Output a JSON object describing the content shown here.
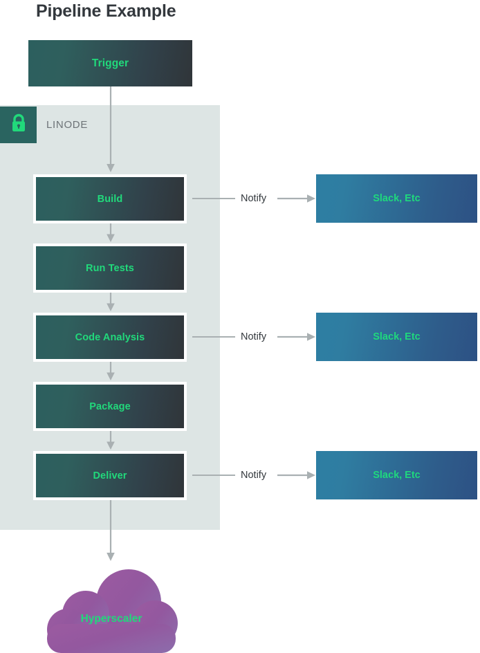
{
  "title": "Pipeline Example",
  "colors": {
    "accent_green": "#21d97b",
    "panel_bg": "#dde5e4",
    "badge_bg": "#2a6460",
    "step_gradient_start": "#2c5f5e",
    "step_gradient_end": "#303539",
    "slack_gradient_start": "#2d7ea3",
    "slack_gradient_end": "#2d5184",
    "cloud_gradient_start": "#9a5fa0",
    "cloud_gradient_end": "#8e6aa8",
    "connector": "#a9b0b2",
    "title_text": "#33383d",
    "label_text": "#6d7377"
  },
  "trigger": {
    "label": "Trigger"
  },
  "linode": {
    "label": "LINODE",
    "lock_icon": "lock-icon"
  },
  "steps": [
    {
      "label": "Build"
    },
    {
      "label": "Run Tests"
    },
    {
      "label": "Code Analysis"
    },
    {
      "label": "Package"
    },
    {
      "label": "Deliver"
    }
  ],
  "notifications": [
    {
      "connector_label": "Notify",
      "target_label": "Slack, Etc"
    },
    {
      "connector_label": "Notify",
      "target_label": "Slack, Etc"
    },
    {
      "connector_label": "Notify",
      "target_label": "Slack, Etc"
    }
  ],
  "cloud": {
    "label": "Hyperscaler"
  }
}
